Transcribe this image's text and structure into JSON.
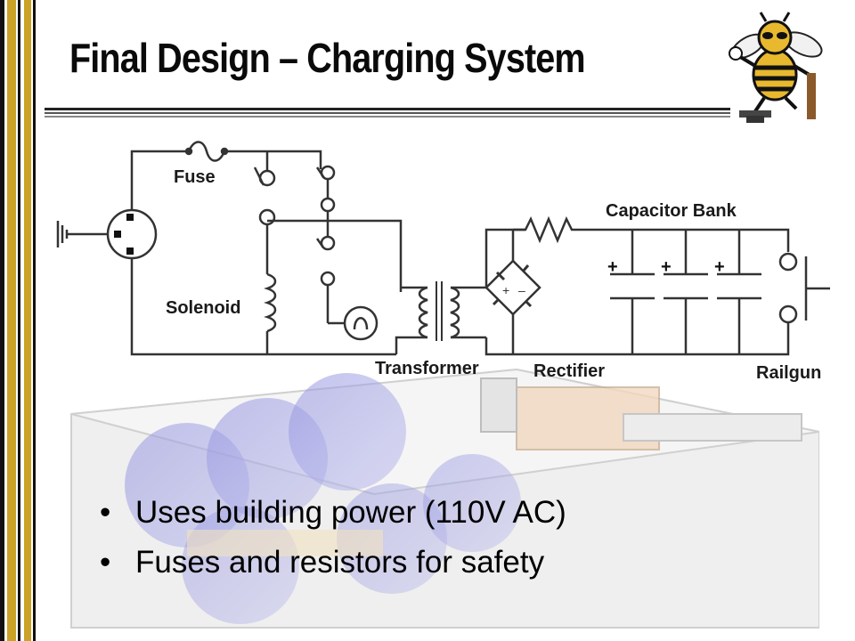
{
  "slide": {
    "title": "Final Design – Charging System",
    "accent_color": "#c9a227",
    "mascot_icon": "yellow-jacket-mascot-icon"
  },
  "diagram": {
    "labels": {
      "fuse": "Fuse",
      "solenoid": "Solenoid",
      "transformer": "Transformer",
      "rectifier": "Rectifier",
      "capacitor_bank": "Capacitor Bank",
      "railgun": "Railgun"
    },
    "polarity_plus": "+",
    "polarity_minus": "–"
  },
  "bullets": [
    "Uses building power (110V AC)",
    "Fuses and resistors for safety"
  ],
  "bullet_glyph": "•"
}
